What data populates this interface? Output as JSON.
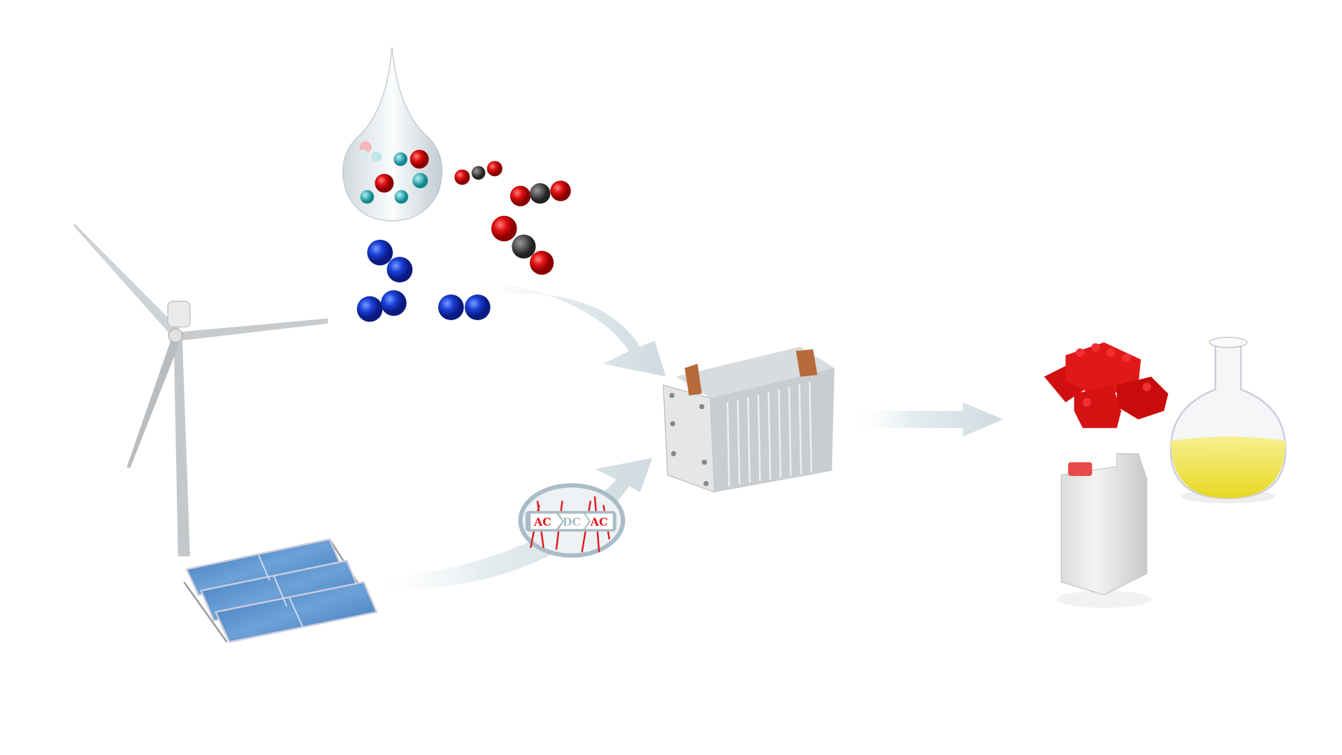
{
  "diagram": {
    "nodes": [
      {
        "id": "wind-turbine",
        "icon": "wind-turbine-icon"
      },
      {
        "id": "solar-panels",
        "icon": "solar-panel-icon"
      },
      {
        "id": "water-drop",
        "icon": "water-drop-icon"
      },
      {
        "id": "co2-molecules",
        "icon": "molecule-icon"
      },
      {
        "id": "n2-molecules",
        "icon": "molecule-icon"
      },
      {
        "id": "electrolyzer-stack",
        "icon": "electrolyzer-icon"
      },
      {
        "id": "products",
        "icon": "product-icons"
      }
    ],
    "converter": {
      "input": "AC",
      "middle": "DC",
      "output": "AC"
    },
    "colors": {
      "arrow": "#dde6ea",
      "oxygen": "#e01010",
      "carbon": "#444444",
      "hydrogen": "#22b8c4",
      "nitrogen": "#1a3fd8",
      "solar": "#4a86c8",
      "converter_red": "#e01a1a",
      "converter_grey": "#a9bcc8",
      "oil": "#f0e040"
    }
  }
}
